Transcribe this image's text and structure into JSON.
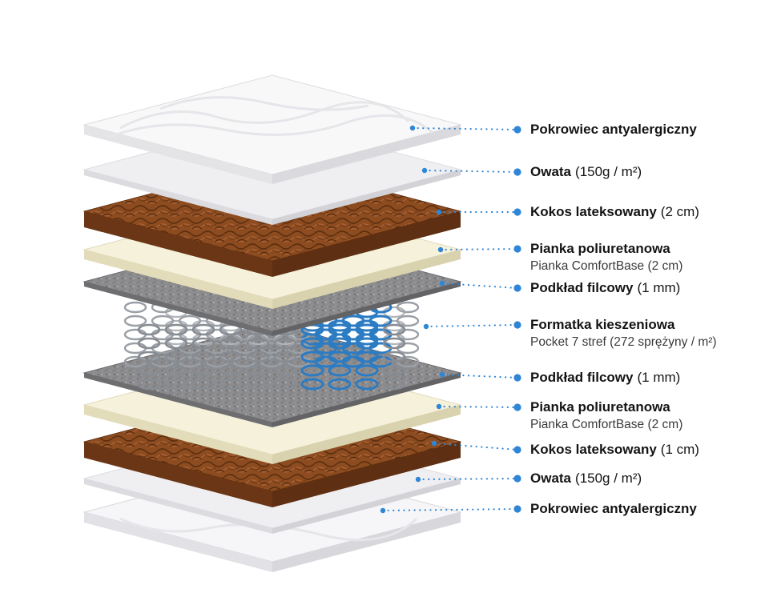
{
  "accent": "#2f86d6",
  "colors": {
    "kokos": "#8d4c20",
    "foam": "#f6f1da",
    "felt": "#8c8c8e",
    "spring_blue": "#2c7cc4",
    "cover": "#f6f6f8"
  },
  "labels": [
    {
      "bold": "Pokrowiec antyalergiczny",
      "value": "",
      "sub": ""
    },
    {
      "bold": "Owata",
      "value": "(150g / m²)",
      "sub": ""
    },
    {
      "bold": "Kokos lateksowany",
      "value": "(2 cm)",
      "sub": ""
    },
    {
      "bold": "Pianka poliuretanowa",
      "value": "",
      "sub": "Pianka ComfortBase (2 cm)"
    },
    {
      "bold": "Podkład filcowy",
      "value": "(1 mm)",
      "sub": ""
    },
    {
      "bold": "Formatka kieszeniowa",
      "value": "",
      "sub": "Pocket 7 stref (272 sprężyny / m²)"
    },
    {
      "bold": "Podkład filcowy",
      "value": "(1 mm)",
      "sub": ""
    },
    {
      "bold": "Pianka poliuretanowa",
      "value": "",
      "sub": "Pianka ComfortBase (2 cm)"
    },
    {
      "bold": "Kokos lateksowany",
      "value": "(1 cm)",
      "sub": ""
    },
    {
      "bold": "Owata",
      "value": "(150g / m²)",
      "sub": ""
    },
    {
      "bold": "Pokrowiec antyalergiczny",
      "value": "",
      "sub": ""
    }
  ]
}
